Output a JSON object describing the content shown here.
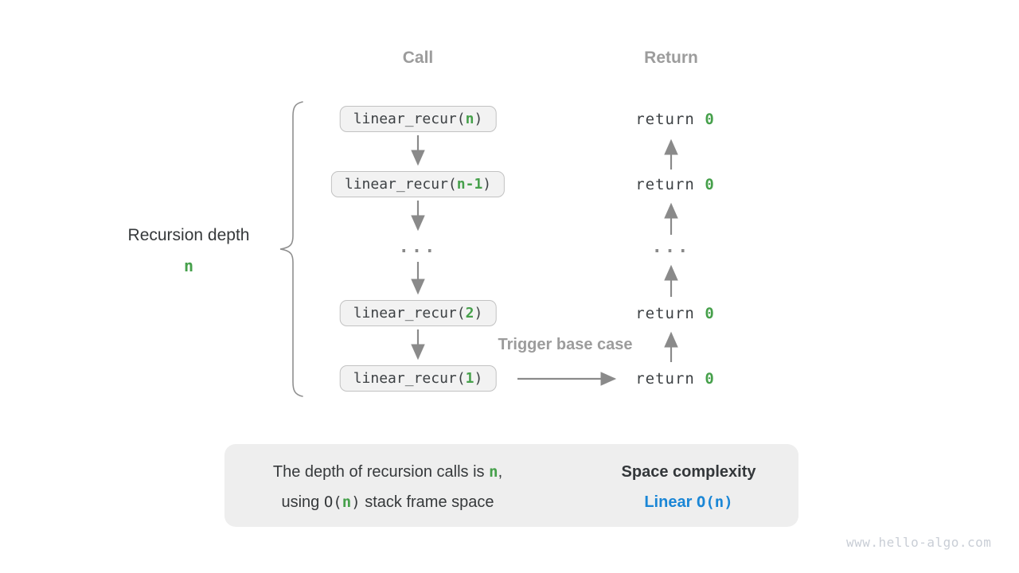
{
  "headers": {
    "call": "Call",
    "return": "Return"
  },
  "recursion_label": {
    "text": "Recursion depth",
    "value": "n"
  },
  "frames": [
    {
      "pre": "linear_recur(",
      "arg": "n",
      "post": ")"
    },
    {
      "pre": "linear_recur(",
      "arg": "n-1",
      "post": ")"
    },
    {
      "pre": "linear_recur(",
      "arg": "2",
      "post": ")"
    },
    {
      "pre": "linear_recur(",
      "arg": "1",
      "post": ")"
    }
  ],
  "ellipsis": "...",
  "returns": {
    "keyword": "return ",
    "value": "0"
  },
  "trigger_label": "Trigger base case",
  "summary": {
    "line1_pre": "The depth of recursion calls is ",
    "line1_n": "n",
    "line1_post": ",",
    "line2_pre": "using ",
    "line2_o_open": "O(",
    "line2_n": "n",
    "line2_close": ")",
    "line2_post": " stack frame space",
    "result_title": "Space complexity",
    "result_linear": "Linear ",
    "result_big_o": "O(n)"
  },
  "watermark": "www.hello-algo.com",
  "colors": {
    "green": "#46a04b",
    "blue": "#1a86d6",
    "gray-heading": "#9c9c9c",
    "dark": "#3d4144",
    "box-fill": "#f2f2f2",
    "box-border": "#c2c2c2",
    "arrow": "#8a8a8a",
    "summary-bg": "#eeeeee",
    "thick-arrow": "#c6c6c6",
    "watermark": "#c9ced6"
  }
}
